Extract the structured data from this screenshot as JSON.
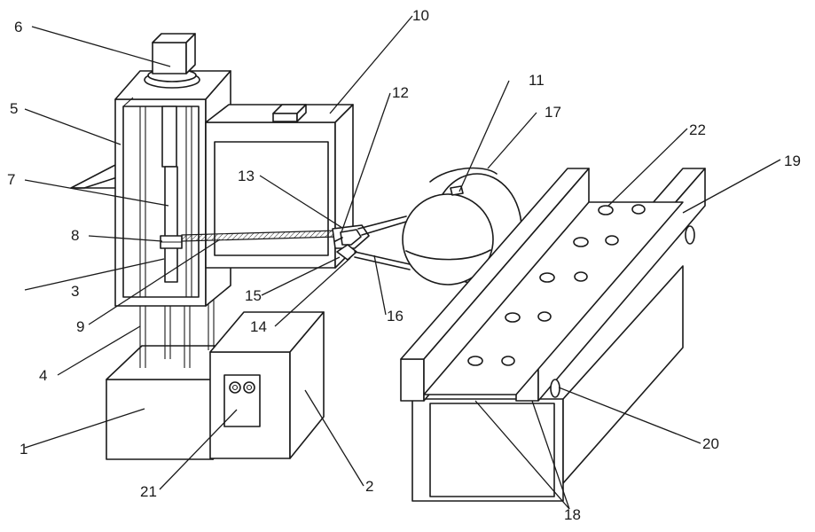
{
  "labels": {
    "n1": "1",
    "n2": "2",
    "n3": "3",
    "n4": "4",
    "n5": "5",
    "n6": "6",
    "n7": "7",
    "n8": "8",
    "n9": "9",
    "n10": "10",
    "n11": "11",
    "n12": "12",
    "n13": "13",
    "n14": "14",
    "n15": "15",
    "n16": "16",
    "n17": "17",
    "n18": "18",
    "n19": "19",
    "n20": "20",
    "n21": "21",
    "n22": "22"
  },
  "colors": {
    "line": "#1a1a1a",
    "background": "#ffffff"
  }
}
